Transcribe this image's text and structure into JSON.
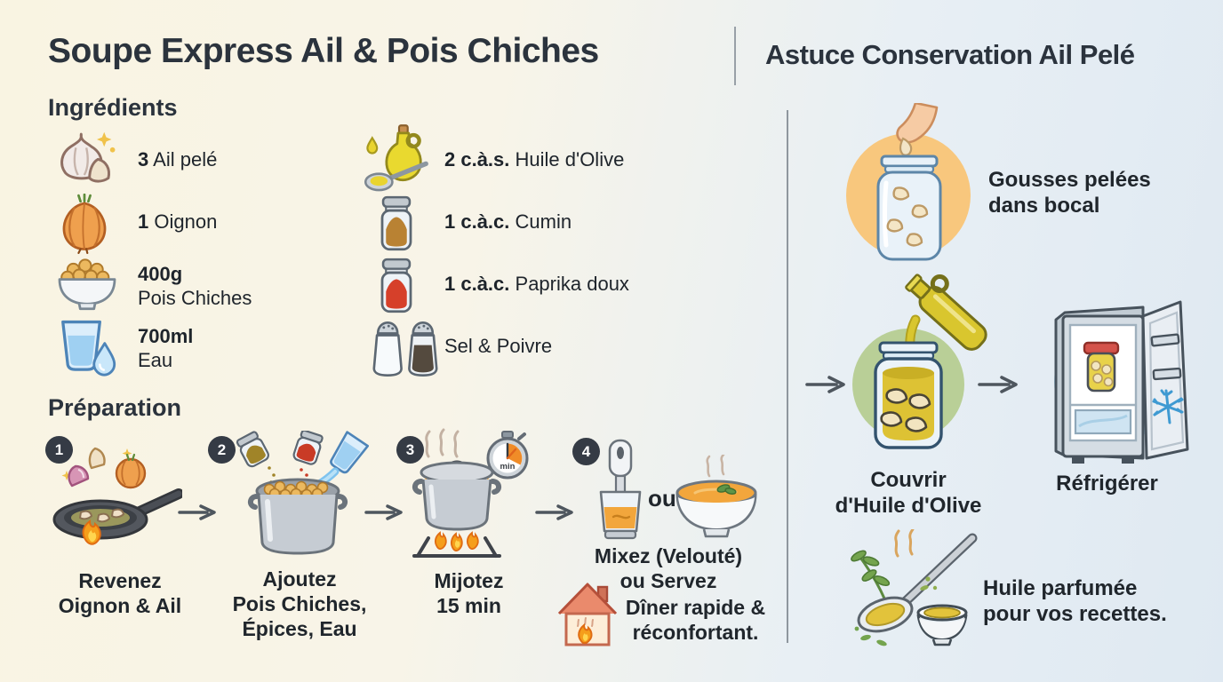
{
  "header": {
    "left_title": "Soupe Express Ail & Pois Chiches",
    "right_title": "Astuce Conservation Ail Pelé"
  },
  "ingredients": {
    "heading": "Ingrédients",
    "col1": [
      {
        "icon": "garlic-icon",
        "qty": "3",
        "name": "Ail pelé"
      },
      {
        "icon": "onion-icon",
        "qty": "1",
        "name": "Oignon"
      },
      {
        "icon": "chickpea-bowl-icon",
        "qty": "400g",
        "name": "Pois Chiches"
      },
      {
        "icon": "water-glass-icon",
        "qty": "700ml",
        "name": "Eau"
      }
    ],
    "col2": [
      {
        "icon": "olive-oil-bottle-icon",
        "qty": "2 c.à.s.",
        "name": "Huile d'Olive"
      },
      {
        "icon": "cumin-jar-icon",
        "qty": "1 c.à.c.",
        "name": "Cumin"
      },
      {
        "icon": "paprika-jar-icon",
        "qty": "1 c.à.c.",
        "name": "Paprika doux"
      },
      {
        "icon": "salt-pepper-icon",
        "qty": "",
        "name": "Sel & Poivre"
      }
    ]
  },
  "preparation": {
    "heading": "Préparation",
    "steps": [
      {
        "number": "1",
        "icon": "saute-pan-icon",
        "label": "Revenez\nOignon & Ail"
      },
      {
        "number": "2",
        "icon": "pot-add-ingredients-icon",
        "label": "Ajoutez\nPois Chiches,\nÉpices, Eau"
      },
      {
        "number": "3",
        "icon": "simmer-pot-timer-icon",
        "label": "Mijotez\n15 min",
        "timer_unit": "min"
      },
      {
        "number": "4",
        "icon": "blender-and-bowl-icon",
        "label": "Mixez (Velouté)\nou Servez",
        "or_label": "ou"
      }
    ],
    "note": {
      "icon": "house-fire-icon",
      "text": "Dîner rapide &\nréconfortant."
    }
  },
  "conservation": {
    "steps": [
      {
        "icon": "jar-garlic-hand-icon",
        "label": "Gousses pelées\ndans bocal"
      },
      {
        "icon": "pour-oil-into-jar-icon",
        "label": "Couvrir\nd'Huile d'Olive"
      },
      {
        "icon": "fridge-icon",
        "label": "Réfrigérer"
      },
      {
        "icon": "infused-oil-spoon-icon",
        "label": "Huile parfumée\npour vos recettes."
      }
    ]
  },
  "colors": {
    "heading_text": "#2b333d",
    "body_text": "#1e242b",
    "step_badge": "#353b45",
    "arrow": "#4e565e",
    "divider": "#98a0a7",
    "background_left": "#f9f4e2",
    "background_right": "#dfe9f2",
    "orange_circle": "#f8c77d",
    "green_circle": "#b9cf97",
    "blue_circle": "#a8cee4",
    "soup_orange": "#f2a63c",
    "oil_yellow": "#ddc234"
  }
}
